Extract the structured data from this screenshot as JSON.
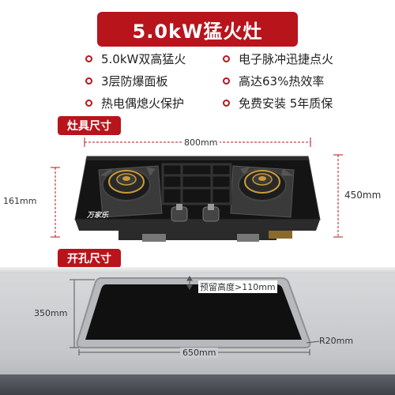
{
  "title": "5.0kW猛火灶",
  "features": [
    {
      "text": "5.0kW双高猛火"
    },
    {
      "text": "电子脉冲迅捷点火"
    },
    {
      "text": "3层防爆面板"
    },
    {
      "text": "高达63%热效率"
    },
    {
      "text": "热电偶熄火保护"
    },
    {
      "text": "免费安装 5年质保"
    }
  ],
  "stove_section": {
    "label": "灶具尺寸",
    "width_label": "800mm",
    "depth_label": "450mm",
    "height_label": "161mm",
    "brand": "万家乐"
  },
  "cutout_section": {
    "label": "开孔尺寸",
    "width_label": "650mm",
    "depth_label": "350mm",
    "clearance_label": "预留高度>110mm",
    "radius_label": "R20mm"
  },
  "colors": {
    "accent": "#b8141c",
    "glass": "#111111",
    "dim_line": "#b8141c"
  }
}
